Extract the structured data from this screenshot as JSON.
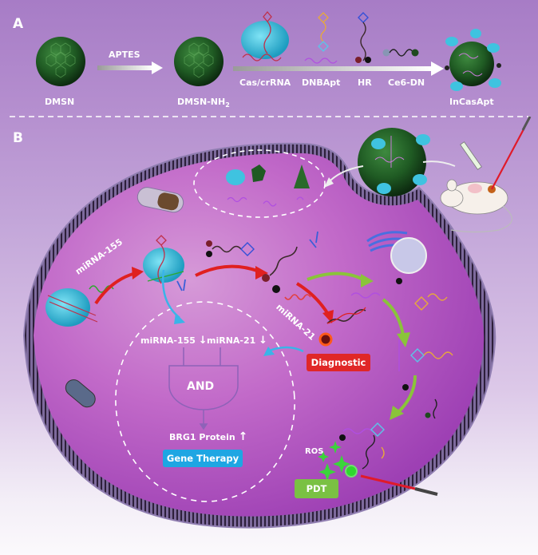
{
  "panel_a": {
    "letter": "A",
    "step1_label": "DMSN",
    "arrow1_label": "APTES",
    "step2_label": "DMSN-NH",
    "step2_subscript": "2",
    "components": [
      "Cas/crRNA",
      "DNBApt",
      "HR",
      "Ce6-DN"
    ],
    "product_label": "InCasApt"
  },
  "panel_b": {
    "letter": "B",
    "mirna155_label": "miRNA-155",
    "mirna21_label": "miRNA-21",
    "logic_gate": {
      "input1": "miRNA-155",
      "input1_arrow": "↓",
      "input2": "miRNA-21",
      "input2_arrow": "↓",
      "gate": "AND",
      "output": "BRG1 Protein",
      "output_arrow": "↑"
    },
    "badges": {
      "diagnostic": "Diagnostic",
      "gene_therapy": "Gene Therapy",
      "pdt": "PDT"
    },
    "ros_label": "ROS"
  },
  "colors": {
    "diagnostic": "#e02727",
    "gene_therapy": "#1ea6e3",
    "pdt": "#7ac143",
    "cytoplasm": "#b34fbf",
    "membrane": "#4a3560",
    "nanoparticle": "#1f5a23",
    "cas_protein": "#3fc3e0"
  }
}
